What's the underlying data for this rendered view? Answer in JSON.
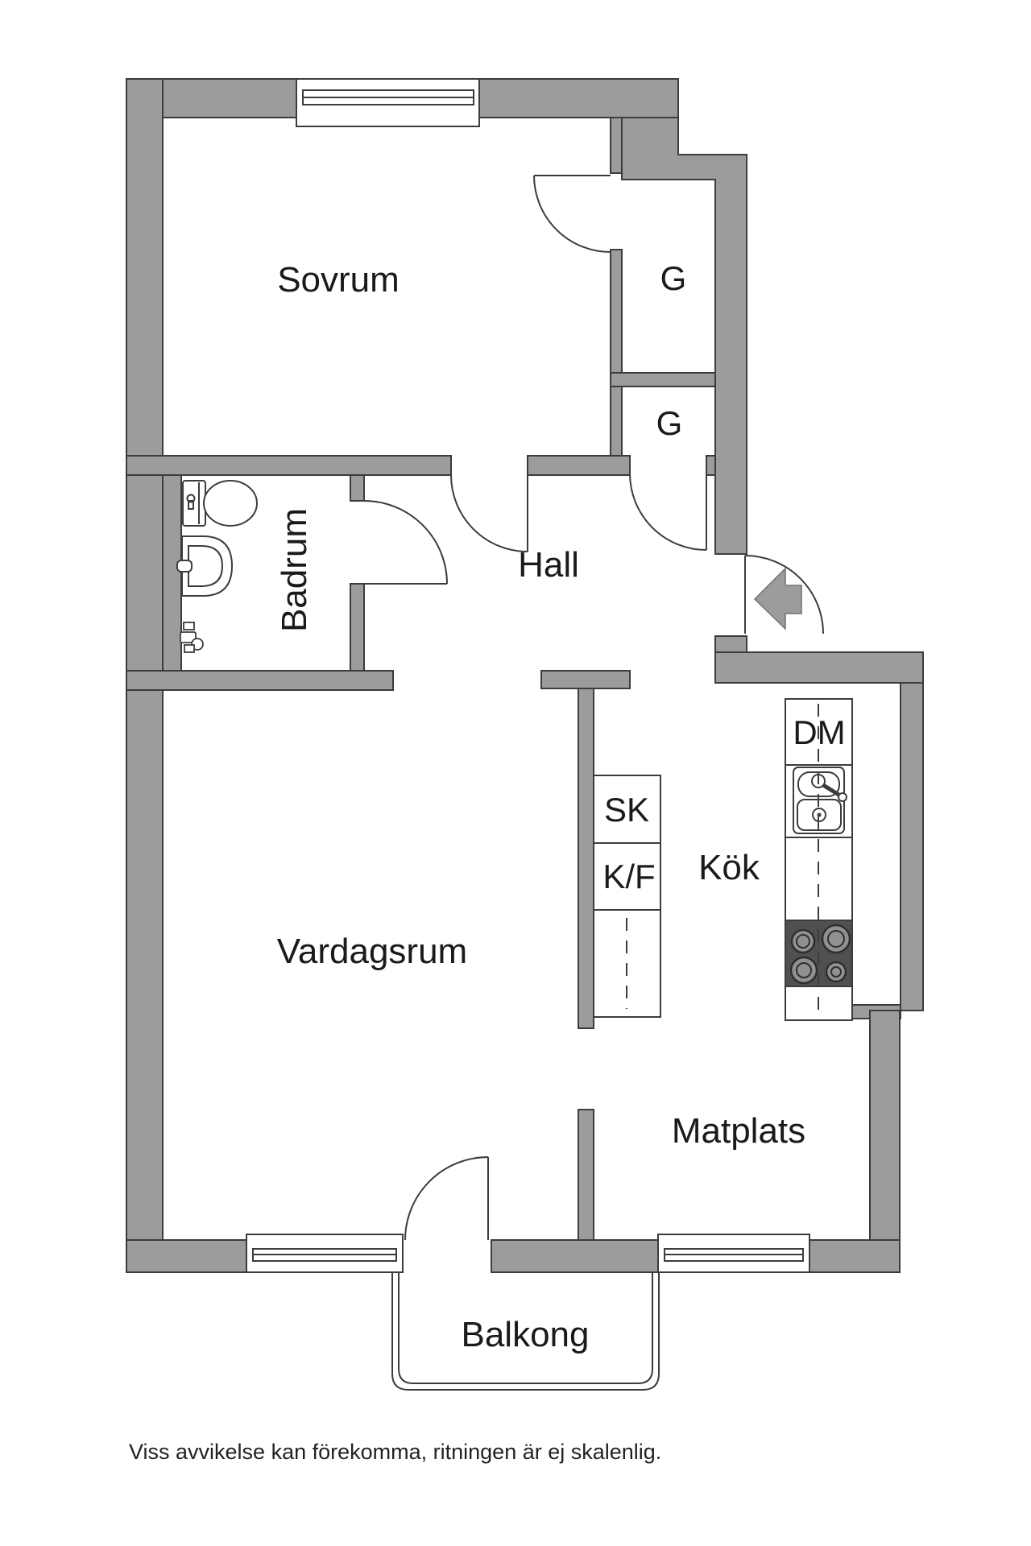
{
  "rooms": {
    "sovrum": "Sovrum",
    "g1": "G",
    "g2": "G",
    "hall": "Hall",
    "badrum": "Badrum",
    "kok": "Kök",
    "vardagsrum": "Vardagsrum",
    "matplats": "Matplats",
    "balkong": "Balkong"
  },
  "kitchen_units": {
    "dm": "DM",
    "sk": "SK",
    "kf": "K/F"
  },
  "footer": {
    "disclaimer": "Viss avvikelse kan förekomma, ritningen är ej skalenlig."
  },
  "colors": {
    "wall": "#9a9c9e",
    "outline": "#3c3c3c",
    "stove": "#4f5150",
    "burner": "#8f9193",
    "text": "#1a1a1a",
    "background": "#ffffff"
  }
}
